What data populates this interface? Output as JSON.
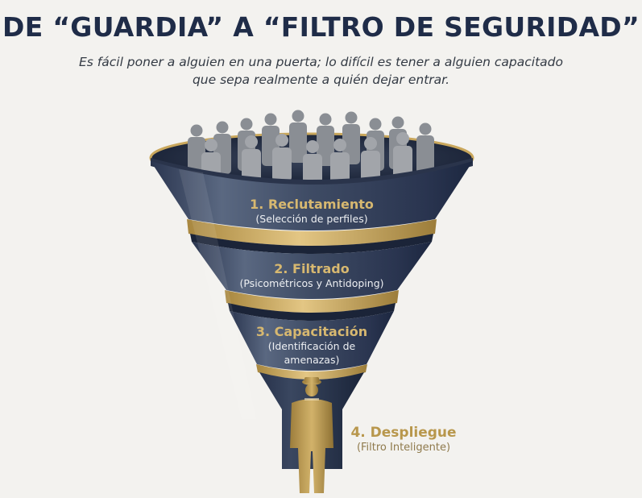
{
  "header": {
    "title": "DE “GUARDIA” A “FILTRO DE SEGURIDAD”",
    "subtitle_line1": "Es fácil poner a alguien en una puerta; lo difícil es tener a alguien capacitado",
    "subtitle_line2": "que sepa realmente a quién dejar entrar."
  },
  "stages": [
    {
      "title": "1. Reclutamiento",
      "subtitle": "(Selección de perfiles)"
    },
    {
      "title": "2. Filtrado",
      "subtitle": "(Psicométricos y Antidoping)"
    },
    {
      "title": "3. Capacitación",
      "subtitle_line1": "(Identificación de",
      "subtitle_line2": "amenazas)"
    },
    {
      "title": "4. Despliegue",
      "subtitle": "(Filtro Inteligente)"
    }
  ],
  "icons": {
    "crowd": "people-crowd-icon",
    "guard": "security-guard-icon"
  },
  "colors": {
    "title": "#1f2c48",
    "funnel_dark": "#1f2b44",
    "funnel_light": "#4d5b74",
    "gold": "#c9a75c",
    "crowd": "#8a8e94"
  }
}
